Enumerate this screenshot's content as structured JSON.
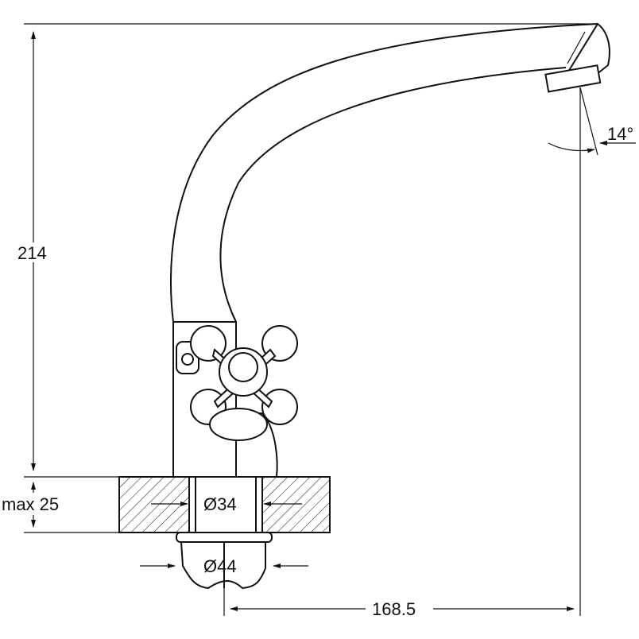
{
  "dimensions": {
    "height_total": "214",
    "max_thickness": "max 25",
    "diameter_inner": "Ø34",
    "diameter_outer": "Ø44",
    "reach": "168.5",
    "angle": "14°"
  }
}
